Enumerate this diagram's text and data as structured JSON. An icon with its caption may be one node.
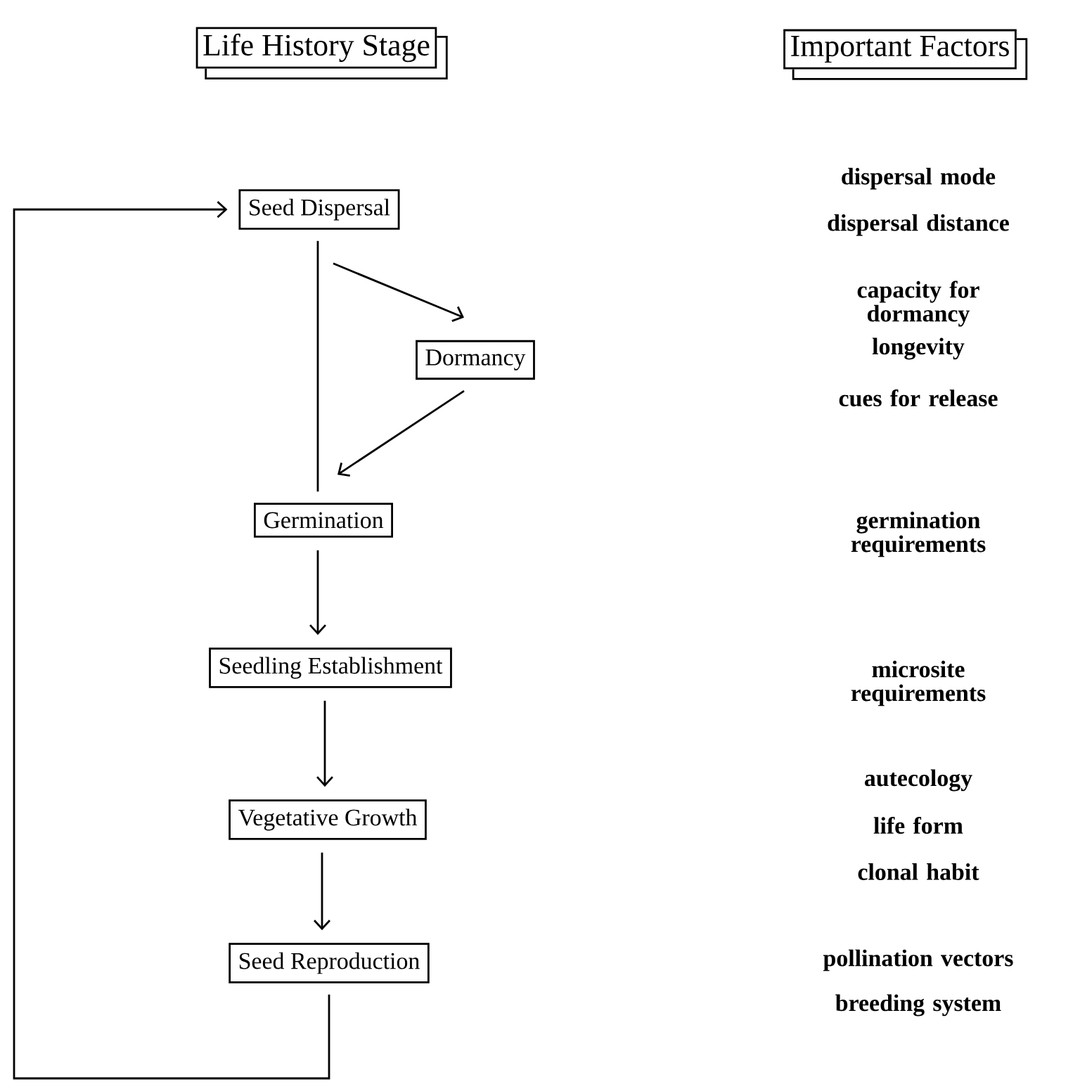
{
  "diagram": {
    "nodes": [
      {
        "text": [
          "Life History Stage"
        ]
      },
      {
        "text": [
          "Important Factors"
        ]
      },
      {
        "text": [
          "Seed Dispersal"
        ]
      },
      {
        "text": [
          "Dormancy"
        ]
      },
      {
        "text": [
          "Germination"
        ]
      },
      {
        "text": [
          "Seedling Establishment"
        ]
      },
      {
        "text": [
          "Vegetative Growth"
        ]
      },
      {
        "text": [
          "Seed Reproduction"
        ]
      }
    ],
    "edges": [
      {
        "from": 2,
        "to": 4,
        "arrow": "none"
      },
      {
        "from": 2,
        "to": 3,
        "arrow": "to"
      },
      {
        "from": 3,
        "to": 4,
        "arrow": "to"
      },
      {
        "from": 4,
        "to": 5,
        "arrow": "to"
      },
      {
        "from": 5,
        "to": 6,
        "arrow": "to"
      },
      {
        "from": 6,
        "to": 7,
        "arrow": "to"
      },
      {
        "from": 7,
        "to": 2,
        "arrow": "to"
      }
    ],
    "labels": [
      "dispersal mode",
      "dispersal distance",
      "capacity for dormancy",
      "longevity",
      "cues for release",
      "germination requirements",
      "microsite requirements",
      "autecology",
      "life form",
      "clonal habit",
      "pollination vectors",
      "breeding system"
    ]
  }
}
